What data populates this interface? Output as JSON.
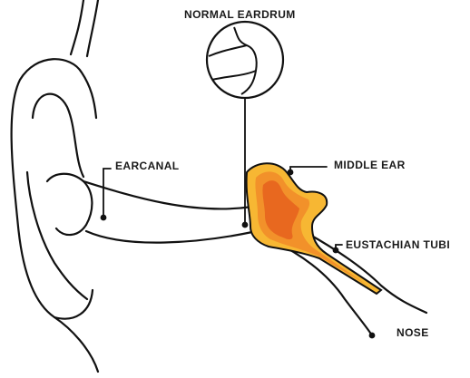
{
  "labels": {
    "normal_eardrum": "NORMAL EARDRUM",
    "earcanal": "EARCANAL",
    "middle_ear": "MIDDLE EAR",
    "eustachian_tube": "EUSTACHIAN TUBI",
    "nose": "NOSE"
  },
  "colors": {
    "outline": "#111111",
    "fluid_light": "#f7b733",
    "fluid_mid": "#f2912a",
    "fluid_dark": "#e8681f",
    "background": "#ffffff"
  }
}
